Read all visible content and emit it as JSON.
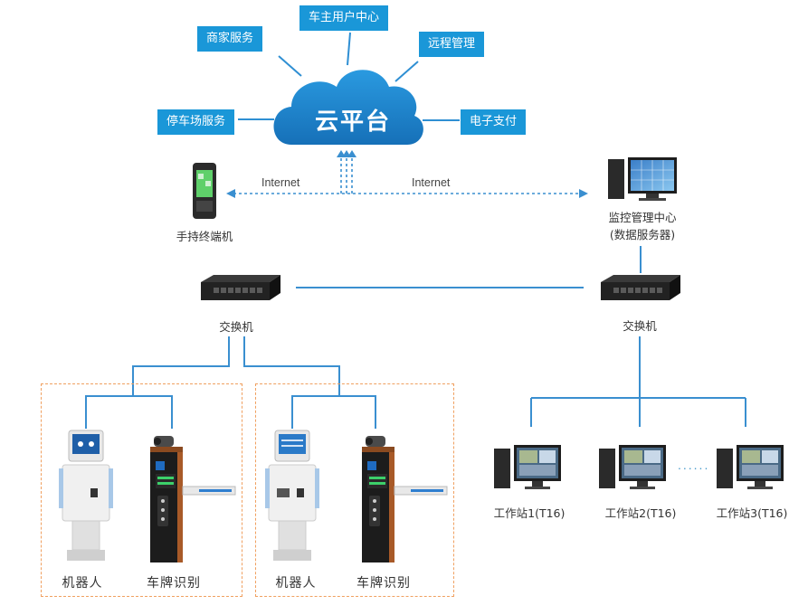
{
  "cloud": {
    "label": "云平台"
  },
  "services": {
    "merchant": "商家服务",
    "owner_center": "车主用户中心",
    "remote_mgmt": "远程管理",
    "parking": "停车场服务",
    "payment": "电子支付"
  },
  "links": {
    "internet_left": "Internet",
    "internet_right": "Internet"
  },
  "devices": {
    "handheld": "手持终端机",
    "monitor_center_line1": "监控管理中心",
    "monitor_center_line2": "(数据服务器)",
    "switch_left": "交换机",
    "switch_right": "交换机"
  },
  "groups": [
    {
      "robot": "机器人",
      "plate": "车牌识别"
    },
    {
      "robot": "机器人",
      "plate": "车牌识别"
    }
  ],
  "workstations": [
    "工作站1(T16)",
    "工作站2(T16)",
    "工作站3(T16)"
  ],
  "ellipsis": "......",
  "colors": {
    "accent": "#1a97d8",
    "line": "#3a8fd0",
    "cloud": "#1f86cf",
    "dash_border": "#f0a060"
  }
}
